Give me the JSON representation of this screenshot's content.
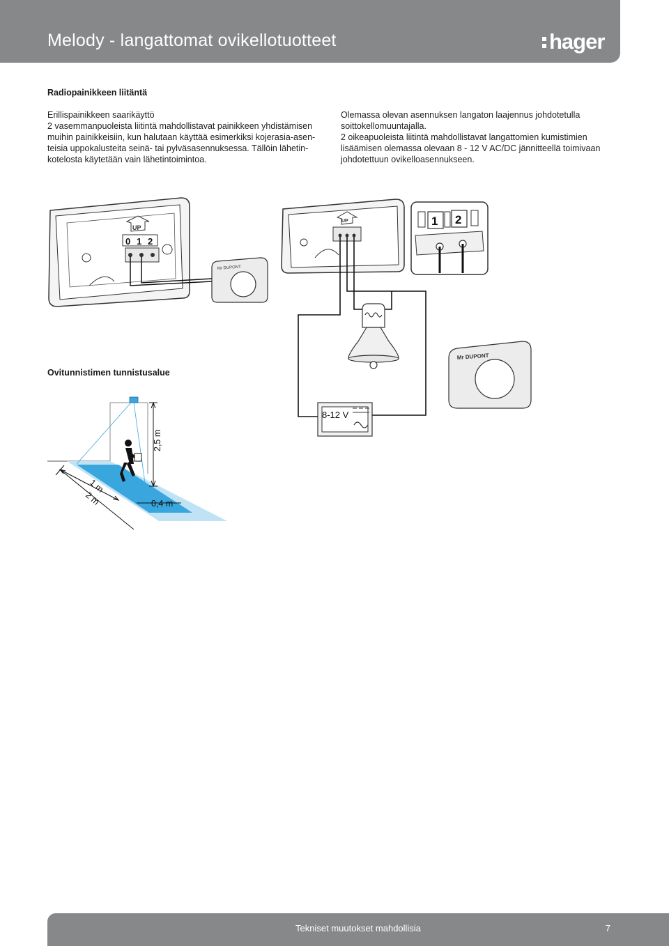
{
  "header": {
    "title": "Melody - langattomat ovikellotuotteet",
    "logo_text": "hager"
  },
  "left_section": {
    "title": "Radiopainikkeen liitäntä",
    "subtitle": "Erillispainikkeen saarikäyttö",
    "lines": [
      "2 vasemmanpuoleista liitintä mahdollistavat painikkeen yhdistämisen",
      "muihin painikkeisiin, kun halutaan käyttää esimerkiksi kojerasia-asen-",
      "teisia uppokalusteita seinä- tai pylväsasennuksessa. Tällöin lähetin-",
      "kotelosta käytetään vain lähetintoimintoa."
    ]
  },
  "right_section": {
    "lines": [
      "Olemassa olevan asennuksen langaton laajennus johdotetulla",
      "soittokellomuuntajalla.",
      "2 oikeapuoleista liitintä mahdollistavat langattomien kumistimien",
      "lisäämisen olemassa olevaan 8 - 12 V AC/DC jännitteellä toimivaan",
      "johdotettuun ovikelloasennukseen."
    ]
  },
  "device_labels": {
    "up": "UP",
    "terminal_0": "0",
    "terminal_1": "1",
    "terminal_2": "2",
    "push_button_name": "Mr DUPONT",
    "transformer_voltage": "8-12 V"
  },
  "detector_section": {
    "title": "Ovitunnistimen tunnistusalue",
    "height_label": "2,5 m",
    "dist_1m": "1 m",
    "dist_2m": "2 m",
    "width_label": "0,4 m"
  },
  "footer": {
    "note": "Tekniset muutokset mahdollisia",
    "page": "7"
  },
  "colors": {
    "header_gray": "#86888a",
    "detection_blue": "#3aa6de",
    "detection_light_blue": "#bfe2f5"
  }
}
